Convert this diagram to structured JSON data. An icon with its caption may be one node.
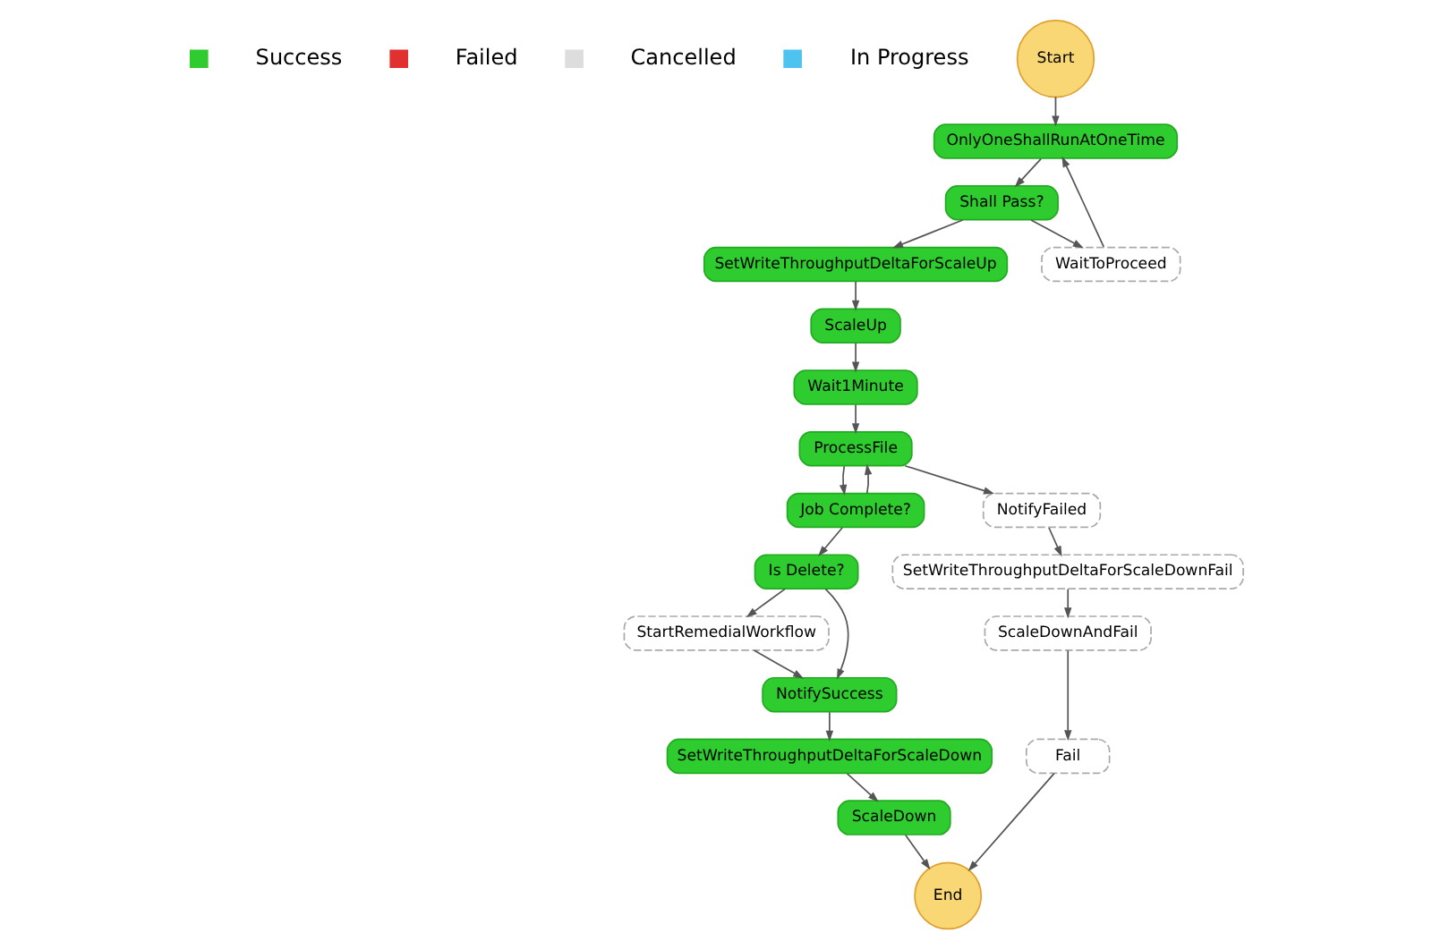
{
  "diagram": {
    "nodes": [
      {
        "text": [
          "Start"
        ]
      },
      {
        "text": [
          "OnlyOneShallRunAtOneTime"
        ]
      },
      {
        "text": [
          "Shall Pass?"
        ]
      },
      {
        "text": [
          "SetWriteThroughputDeltaForScaleUp"
        ]
      },
      {
        "text": [
          "WaitToProceed"
        ]
      },
      {
        "text": [
          "ScaleUp"
        ]
      },
      {
        "text": [
          "Wait1Minute"
        ]
      },
      {
        "text": [
          "ProcessFile"
        ]
      },
      {
        "text": [
          "Job Complete?"
        ]
      },
      {
        "text": [
          "Is Delete?"
        ]
      },
      {
        "text": [
          "StartRemedialWorkflow"
        ]
      },
      {
        "text": [
          "NotifyFailed"
        ]
      },
      {
        "text": [
          "NotifySuccess"
        ]
      },
      {
        "text": [
          "SetWriteThroughputDeltaForScaleDownFail"
        ]
      },
      {
        "text": [
          "SetWriteThroughputDeltaForScaleDown"
        ]
      },
      {
        "text": [
          "ScaleDownAndFail"
        ]
      },
      {
        "text": [
          "ScaleDown"
        ]
      },
      {
        "text": [
          "Fail"
        ]
      },
      {
        "text": [
          "End"
        ]
      }
    ],
    "edges": [
      {
        "from": 0,
        "to": 1,
        "arrow": "to"
      },
      {
        "from": 1,
        "to": 2,
        "arrow": "to"
      },
      {
        "from": 2,
        "to": 3,
        "arrow": "to"
      },
      {
        "from": 2,
        "to": 4,
        "arrow": "to"
      },
      {
        "from": 4,
        "to": 1,
        "arrow": "to"
      },
      {
        "from": 3,
        "to": 5,
        "arrow": "to"
      },
      {
        "from": 5,
        "to": 6,
        "arrow": "to"
      },
      {
        "from": 6,
        "to": 7,
        "arrow": "to"
      },
      {
        "from": 7,
        "to": 8,
        "arrow": "to"
      },
      {
        "from": 8,
        "to": 7,
        "arrow": "to"
      },
      {
        "from": 7,
        "to": 11,
        "arrow": "to"
      },
      {
        "from": 8,
        "to": 9,
        "arrow": "to"
      },
      {
        "from": 9,
        "to": 10,
        "arrow": "to"
      },
      {
        "from": 9,
        "to": 12,
        "arrow": "to"
      },
      {
        "from": 10,
        "to": 12,
        "arrow": "to"
      },
      {
        "from": 11,
        "to": 13,
        "arrow": "to"
      },
      {
        "from": 12,
        "to": 14,
        "arrow": "to"
      },
      {
        "from": 13,
        "to": 15,
        "arrow": "to"
      },
      {
        "from": 14,
        "to": 16,
        "arrow": "to"
      },
      {
        "from": 15,
        "to": 17,
        "arrow": "to"
      },
      {
        "from": 16,
        "to": 18,
        "arrow": "to"
      },
      {
        "from": 17,
        "to": 18,
        "arrow": "to"
      }
    ],
    "legend": [
      {
        "text": "Success",
        "color": "#2ecc2e"
      },
      {
        "text": "Failed",
        "color": "#e03030"
      },
      {
        "text": "Cancelled",
        "color": "#dddddd"
      },
      {
        "text": "In Progress",
        "color": "#4fc3f0"
      }
    ]
  }
}
